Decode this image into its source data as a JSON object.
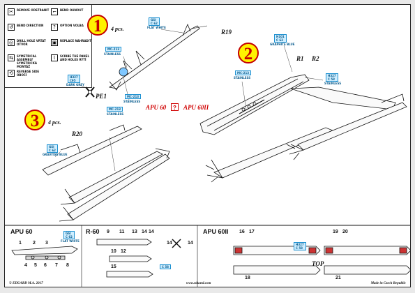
{
  "legend": [
    {
      "icon": "remove-icon",
      "glyph": "✂",
      "text": "REMOVE ODSTRANIT"
    },
    {
      "icon": "bend-icon",
      "glyph": "⌐",
      "text": "BEND OHNOUT"
    },
    {
      "icon": "bend-direction-icon",
      "glyph": "↺",
      "text": "BEND DIRECTION"
    },
    {
      "icon": "option-icon",
      "glyph": "?",
      "text": "OPTION VOLBA"
    },
    {
      "icon": "drill-hole-icon",
      "glyph": "◎",
      "text": "DRILL HOLE VRTAT OTVOR"
    },
    {
      "icon": "replace-icon",
      "glyph": "▣",
      "text": "REPLACE NAHRADIT"
    },
    {
      "icon": "symmetrical-assembly-icon",
      "glyph": "⇆",
      "text": "SYMETRICAL ASSEMBLY SYMETRICKÁ MONTÁŽ"
    },
    {
      "icon": "scribe-panel-icon",
      "glyph": "⌇",
      "text": "SCRIBE THE PANEL AND HOLES RYTÍ"
    },
    {
      "icon": "reverse-side-icon",
      "glyph": "⟲",
      "text": "REVERSE SIDE OBOČÍ"
    }
  ],
  "steps": [
    {
      "number": "1",
      "qty": "4 pcs."
    },
    {
      "number": "2",
      "qty": ""
    },
    {
      "number": "3",
      "qty": "4 pcs."
    }
  ],
  "labels": {
    "r19": "R19",
    "r20": "R20",
    "pe1": "PE1",
    "r1": "R1",
    "r2": "R2",
    "apu60": "APU 60",
    "apu60ii": "APU 60II",
    "question": "?"
  },
  "callouts": {
    "c1": [
      "GSI",
      "C 62"
    ],
    "c1_note": "FLAT WHITE",
    "c2": [
      "MC-213"
    ],
    "c2_note": "STAINLESS",
    "c3": [
      "H327",
      "C95"
    ],
    "c3_note": "DARK GREY",
    "c4": [
      "MC-213"
    ],
    "c4_note": "STAINLESS",
    "c5": [
      "H101",
      "C 62"
    ],
    "c5_note": "GRAPHITE BLUE",
    "c6": [
      "MC-213"
    ],
    "c6_note": "STAINLESS",
    "c7": [
      "H327",
      "C 58"
    ],
    "c7_note": "STAINLESS",
    "c8": [
      "MC-213"
    ],
    "c8_note": "STAINLESS",
    "c9": [
      "GSI",
      "C 62"
    ],
    "c9_note": "GRAVITAN BLUE",
    "c10": [
      "GSI",
      "C 62"
    ],
    "c10_note": "FLAT WHITE",
    "c11": [
      "H327",
      "C 58"
    ],
    "c12": [
      "C 58"
    ]
  },
  "bottom": {
    "apu60_title": "APU 60",
    "r60_title": "R-60",
    "apu60ii_title": "APU 60II",
    "top": "TOP",
    "nums_a": [
      "9",
      "11",
      "13",
      "14",
      "14"
    ],
    "nums_b": [
      "10",
      "12"
    ],
    "nums_c": [
      "15"
    ],
    "nums_d": [
      "1",
      "2",
      "3"
    ],
    "nums_e": [
      "4",
      "5",
      "6",
      "7",
      "8"
    ],
    "nums_f": [
      "14",
      "14"
    ],
    "nums_g": [
      "16",
      "17"
    ],
    "nums_h": [
      "19",
      "20"
    ],
    "nums_i": [
      "18",
      "21"
    ]
  },
  "footer": {
    "left": "© EDUARD M.A. 2017",
    "center": "www.eduard.com",
    "right": "Made in Czech Republic"
  }
}
